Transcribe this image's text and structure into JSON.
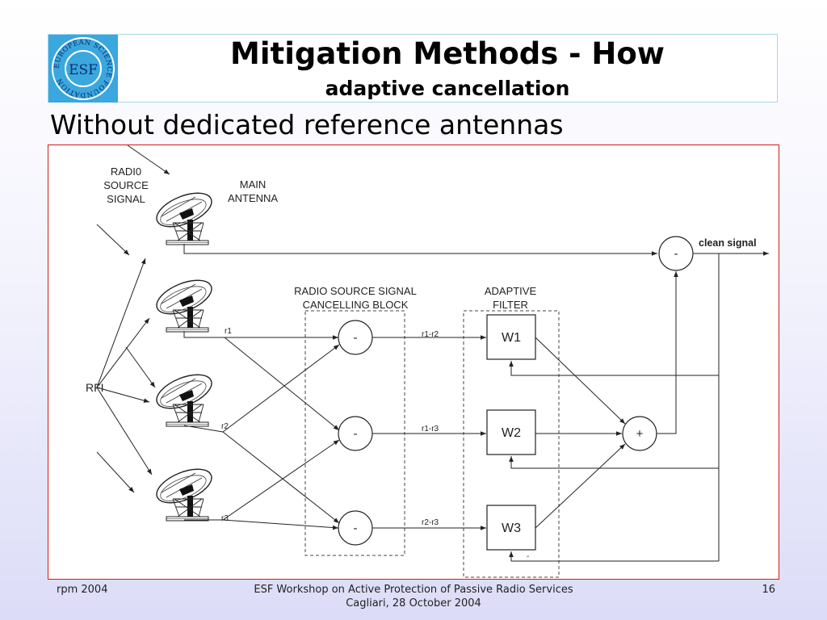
{
  "header": {
    "logo_text": "EUROPEAN SCIENCE FOUNDATION",
    "logo_monogram": "ESF",
    "title": "Mitigation Methods - How",
    "subtitle": "adaptive cancellation"
  },
  "section_heading": "Without dedicated reference antennas",
  "diagram": {
    "labels": {
      "radio_source_line1": "RADI0",
      "radio_source_line2": "SOURCE",
      "radio_source_line3": "SIGNAL",
      "main_antenna_line1": "MAIN",
      "main_antenna_line2": "ANTENNA",
      "rfi": "RFI",
      "cancel_block_line1": "RADIO SOURCE SIGNAL",
      "cancel_block_line2": "CANCELLING BLOCK",
      "adaptive_filter_line1": "ADAPTIVE",
      "adaptive_filter_line2": "FILTER",
      "clean_signal": "clean signal",
      "r1": "r1",
      "r2": "r2",
      "r3": "r3",
      "r1_r2": "r1-r2",
      "r1_r3": "r1-r3",
      "r2_r3": "r2-r3"
    },
    "nodes": {
      "sub_main": "-",
      "sub_1": "-",
      "sub_2": "-",
      "sub_3": "-",
      "sum": "+",
      "w1": "W1",
      "w2": "W2",
      "w3": "W3",
      "w3_feedback_sign": "-"
    }
  },
  "footer": {
    "left": "rpm 2004",
    "center_line1": "ESF Workshop on Active Protection of Passive Radio Services",
    "center_line2": "Cagliari, 28 October 2004",
    "page_number": "16"
  }
}
